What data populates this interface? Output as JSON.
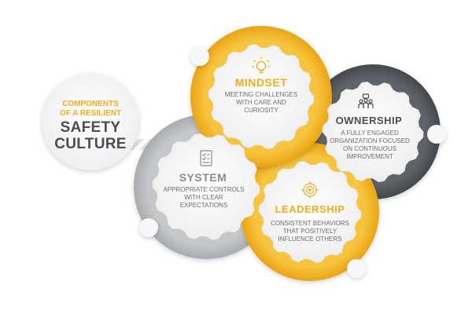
{
  "intro": {
    "line1": "COMPONENTS",
    "line2": "OF A RESILIENT",
    "big1": "SAFETY",
    "big2": "CULTURE"
  },
  "components": {
    "mindset": {
      "title": "MINDSET",
      "description": "MEETING CHALLENGES WITH CARE AND CURIOSITY",
      "icon": "lightbulb-icon"
    },
    "ownership": {
      "title": "OWNERSHIP",
      "description": "A FULLY ENGAGED ORGANIZATION FOCUSED ON CONTINUOUS IMPROVEMENT",
      "icon": "people-group-icon"
    },
    "system": {
      "title": "SYSTEM",
      "description": "APPROPRIATE CONTROLS WITH CLEAR EXPECTATIONS",
      "icon": "checklist-icon"
    },
    "leadership": {
      "title": "LEADERSHIP",
      "description": "CONSISTENT BEHAVIORS THAT POSITIVELY INFLUENCE OTHERS",
      "icon": "target-icon"
    }
  },
  "colors": {
    "yellow": "#f2ac1c",
    "dark_gray": "#4a4d52",
    "mid_gray": "#8a8c90",
    "light_gray": "#c9cacc"
  }
}
